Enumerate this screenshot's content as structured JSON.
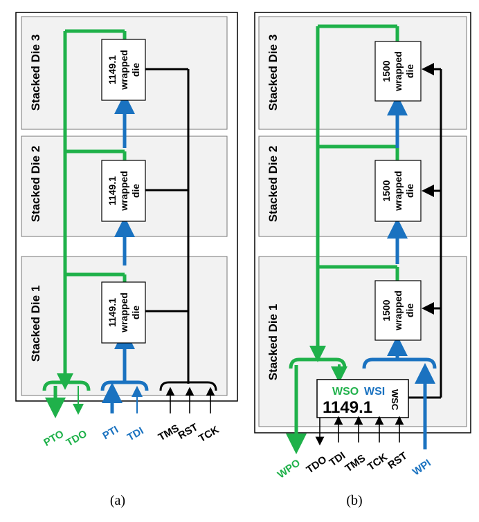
{
  "figure_a": {
    "caption": "(a)",
    "dies": [
      {
        "label": "Stacked Die 3",
        "box": [
          "1149.1",
          "wrapped",
          "die"
        ]
      },
      {
        "label": "Stacked Die 2",
        "box": [
          "1149.1",
          "wrapped",
          "die"
        ]
      },
      {
        "label": "Stacked Die 1",
        "box": [
          "1149.1",
          "wrapped",
          "die"
        ]
      }
    ],
    "pins": [
      {
        "name": "PTO",
        "color": "#1fb14a"
      },
      {
        "name": "TDO",
        "color": "#1fb14a"
      },
      {
        "name": "PTI",
        "color": "#1a72c0"
      },
      {
        "name": "TDI",
        "color": "#1a72c0"
      },
      {
        "name": "TMS",
        "color": "#000000"
      },
      {
        "name": "RST",
        "color": "#000000"
      },
      {
        "name": "TCK",
        "color": "#000000"
      }
    ]
  },
  "figure_b": {
    "caption": "(b)",
    "dies": [
      {
        "label": "Stacked Die 3",
        "box": [
          "1500",
          "wrapped",
          "die"
        ]
      },
      {
        "label": "Stacked Die 2",
        "box": [
          "1500",
          "wrapped",
          "die"
        ]
      },
      {
        "label": "Stacked Die 1",
        "box": [
          "1500",
          "wrapped",
          "die"
        ]
      }
    ],
    "controller": {
      "wso": "WSO",
      "wsi": "WSI",
      "wsc": "WSC",
      "name": "1149.1"
    },
    "pins": [
      {
        "name": "WPO",
        "color": "#1fb14a"
      },
      {
        "name": "TDO",
        "color": "#000000"
      },
      {
        "name": "TDI",
        "color": "#000000"
      },
      {
        "name": "TMS",
        "color": "#000000"
      },
      {
        "name": "TCK",
        "color": "#000000"
      },
      {
        "name": "RST",
        "color": "#000000"
      },
      {
        "name": "WPI",
        "color": "#1a72c0"
      }
    ]
  },
  "colors": {
    "green": "#1fb14a",
    "blue": "#1a72c0",
    "black": "#000000",
    "die_fill": "#f2f2f2"
  }
}
